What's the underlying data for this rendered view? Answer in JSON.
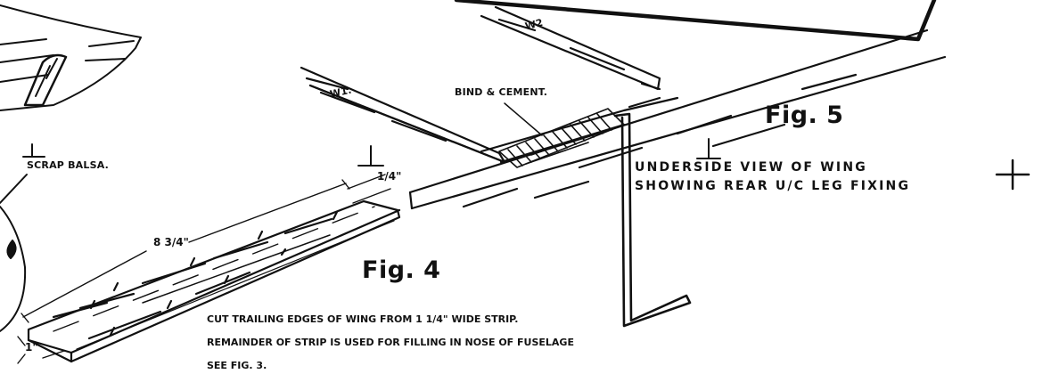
{
  "labels": {
    "w2": "W2",
    "w1": "W1.",
    "bind_cement": "BIND & CEMENT.",
    "fig5": "Fig. 5",
    "scrap_balsa": "SCRAP BALSA.",
    "underside_1": "UNDERSIDE  VIEW  OF  WING",
    "underside_2": "SHOWING  REAR  U/C  LEG  FIXING",
    "dim_quarter": "1/4\"",
    "dim_length": "8 3/4\"",
    "dim_width": "1\"",
    "fig4": "Fig. 4",
    "note_1": "CUT TRAILING EDGES OF WING FROM 1 1/4\" WIDE STRIP.",
    "note_2": "REMAINDER OF STRIP IS USED FOR FILLING IN NOSE OF FUSELAGE",
    "note_3": "SEE FIG. 3."
  },
  "colors": {
    "ink": "#111111",
    "paper": "#ffffff"
  }
}
